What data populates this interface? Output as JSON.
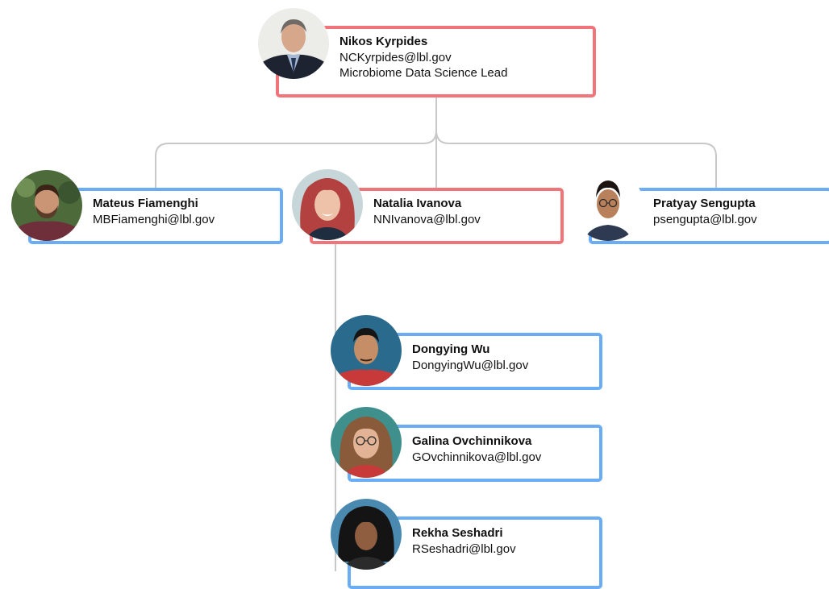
{
  "colors": {
    "highlight_border": "#f07479",
    "standard_border": "#6aadf4",
    "connector": "#c8c8c8"
  },
  "org_chart": {
    "lead": {
      "name": "Nikos Kyrpides",
      "email": "NCKyrpides@lbl.gov",
      "title": "Microbiome Data Science Lead",
      "photo": "headshot-gray-haired-man-dark-suit",
      "border": "highlight"
    },
    "reports": [
      {
        "name": "Mateus Fiamenghi",
        "email": "MBFiamenghi@lbl.gov",
        "photo": "headshot-bearded-man-green-background",
        "border": "standard"
      },
      {
        "name": "Natalia Ivanova",
        "email": "NNIvanova@lbl.gov",
        "photo": "headshot-red-haired-woman",
        "border": "highlight",
        "reports": [
          {
            "name": "Dongying Wu",
            "email": "DongyingWu@lbl.gov",
            "photo": "headshot-man-blue-background",
            "border": "standard"
          },
          {
            "name": "Galina Ovchinnikova",
            "email": "GOvchinnikova@lbl.gov",
            "photo": "headshot-woman-glasses-teal-background",
            "border": "standard"
          },
          {
            "name": "Rekha Seshadri",
            "email": "RSeshadri@lbl.gov",
            "photo": "headshot-curly-haired-woman",
            "border": "standard"
          }
        ]
      },
      {
        "name": "Pratyay Sengupta",
        "email": "psengupta@lbl.gov",
        "photo": "headshot-young-man-glasses-white-background",
        "border": "standard"
      }
    ]
  }
}
